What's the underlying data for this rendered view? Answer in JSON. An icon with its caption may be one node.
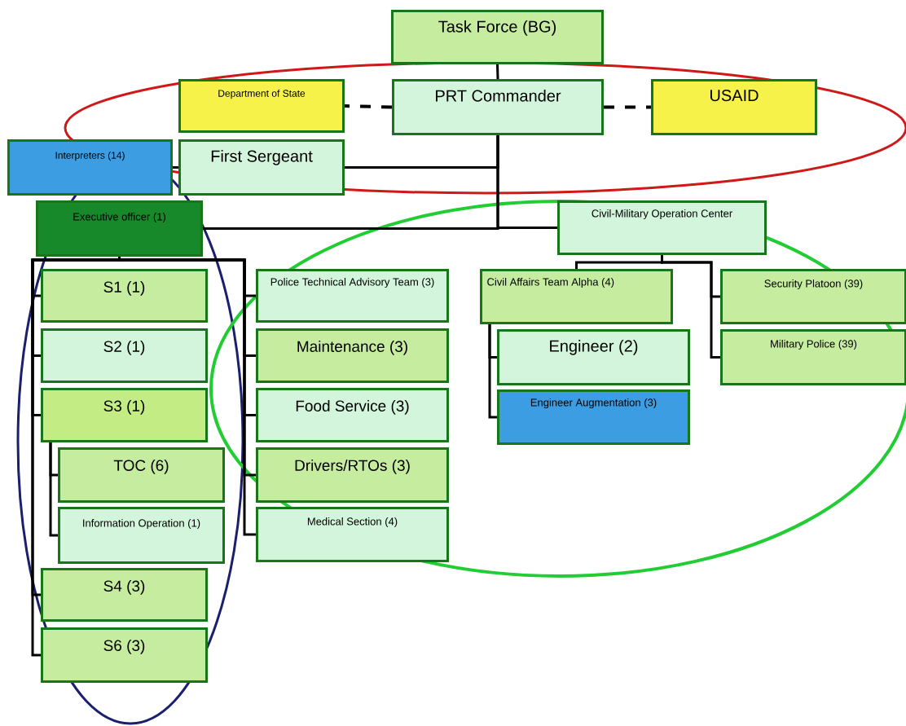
{
  "diagram": {
    "nodes": [
      {
        "text": [
          "Task Force (BG)"
        ]
      },
      {
        "text": [
          "Department of State"
        ]
      },
      {
        "text": [
          "PRT Commander"
        ]
      },
      {
        "text": [
          "USAID"
        ]
      },
      {
        "text": [
          "Interpreters (14)"
        ]
      },
      {
        "text": [
          "First Sergeant"
        ]
      },
      {
        "text": [
          "Executive officer (1)"
        ]
      },
      {
        "text": [
          "Civil-Military Operation Center"
        ]
      },
      {
        "text": [
          "S1 (1)"
        ]
      },
      {
        "text": [
          "S2 (1)"
        ]
      },
      {
        "text": [
          "S3 (1)"
        ]
      },
      {
        "text": [
          "TOC (6)"
        ]
      },
      {
        "text": [
          "Information Operation (1)"
        ]
      },
      {
        "text": [
          "S4 (3)"
        ]
      },
      {
        "text": [
          "S6 (3)"
        ]
      },
      {
        "text": [
          "Police Technical Advisory Team (3)"
        ]
      },
      {
        "text": [
          "Maintenance (3)"
        ]
      },
      {
        "text": [
          "Food Service (3)"
        ]
      },
      {
        "text": [
          "Drivers/RTOs (3)"
        ]
      },
      {
        "text": [
          "Medical Section (4)"
        ]
      },
      {
        "text": [
          "Civil Affairs Team Alpha (4)"
        ]
      },
      {
        "text": [
          "Engineer (2)"
        ]
      },
      {
        "text": [
          "Engineer Augmentation (3)"
        ]
      },
      {
        "text": [
          "Security Platoon (39)"
        ]
      },
      {
        "text": [
          "Military Police (39)"
        ]
      }
    ],
    "edges": [
      {
        "from": 0,
        "to": 2,
        "arrow": "none"
      },
      {
        "from": 2,
        "to": 1,
        "arrow": "none",
        "style": "dashed"
      },
      {
        "from": 2,
        "to": 3,
        "arrow": "none",
        "style": "dashed"
      },
      {
        "from": 2,
        "to": 5,
        "arrow": "none"
      },
      {
        "from": 5,
        "to": 4,
        "arrow": "none"
      },
      {
        "from": 2,
        "to": 6,
        "arrow": "none"
      },
      {
        "from": 2,
        "to": 7,
        "arrow": "none"
      },
      {
        "from": 6,
        "to": 8,
        "arrow": "none"
      },
      {
        "from": 6,
        "to": 9,
        "arrow": "none"
      },
      {
        "from": 6,
        "to": 10,
        "arrow": "none"
      },
      {
        "from": 10,
        "to": 11,
        "arrow": "none"
      },
      {
        "from": 10,
        "to": 12,
        "arrow": "none"
      },
      {
        "from": 6,
        "to": 13,
        "arrow": "none"
      },
      {
        "from": 6,
        "to": 14,
        "arrow": "none"
      },
      {
        "from": 6,
        "to": 15,
        "arrow": "none"
      },
      {
        "from": 6,
        "to": 16,
        "arrow": "none"
      },
      {
        "from": 6,
        "to": 17,
        "arrow": "none"
      },
      {
        "from": 6,
        "to": 18,
        "arrow": "none"
      },
      {
        "from": 6,
        "to": 19,
        "arrow": "none"
      },
      {
        "from": 7,
        "to": 20,
        "arrow": "none"
      },
      {
        "from": 20,
        "to": 21,
        "arrow": "none"
      },
      {
        "from": 20,
        "to": 22,
        "arrow": "none"
      },
      {
        "from": 7,
        "to": 23,
        "arrow": "none"
      },
      {
        "from": 7,
        "to": 24,
        "arrow": "none"
      }
    ]
  }
}
